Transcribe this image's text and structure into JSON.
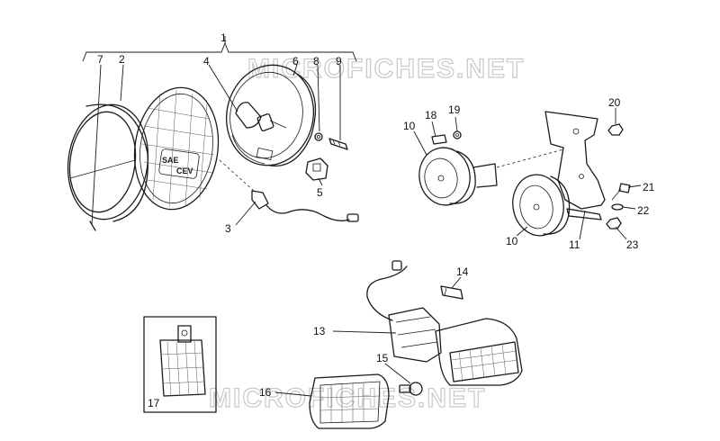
{
  "watermark": {
    "top": "MICROFICHES.NET",
    "bottom": "MICROFICHES.NET"
  },
  "lens_brand": {
    "small": "SAE",
    "large": "CEV"
  },
  "callouts": {
    "c1": "1",
    "c2": "2",
    "c3": "3",
    "c4": "4",
    "c5": "5",
    "c6": "6",
    "c7": "7",
    "c8": "8",
    "c9": "9",
    "c10a": "10",
    "c10b": "10",
    "c11": "11",
    "c13": "13",
    "c14": "14",
    "c15": "15",
    "c16": "16",
    "c17": "17",
    "c18": "18",
    "c19": "19",
    "c20": "20",
    "c21": "21",
    "c22": "22",
    "c23": "23"
  }
}
